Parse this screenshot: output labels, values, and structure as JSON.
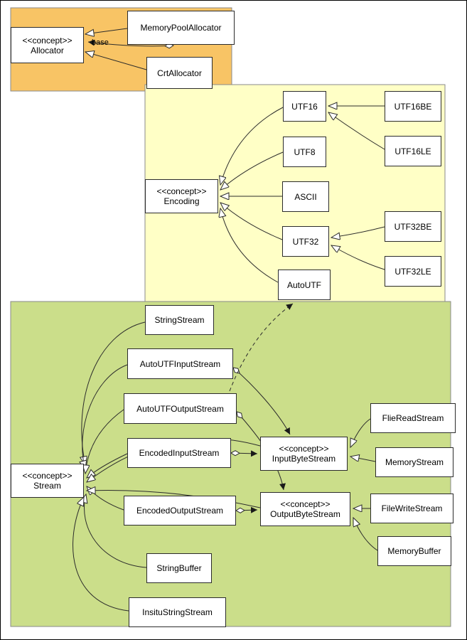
{
  "regions": {
    "allocator": {
      "color": "#F8C465"
    },
    "encoding": {
      "color": "#FFFFC6"
    },
    "stream": {
      "color": "#CBDE8A"
    }
  },
  "edge_labels": {
    "base": "base"
  },
  "nodes": {
    "allocator": {
      "stereotype": "<<concept>>",
      "label": "Allocator"
    },
    "memory_pool_allocator": {
      "label": "MemoryPoolAllocator"
    },
    "crt_allocator": {
      "label": "CrtAllocator"
    },
    "encoding": {
      "stereotype": "<<concept>>",
      "label": "Encoding"
    },
    "utf16": {
      "label": "UTF16"
    },
    "utf8": {
      "label": "UTF8"
    },
    "ascii": {
      "label": "ASCII"
    },
    "utf32": {
      "label": "UTF32"
    },
    "autoutf": {
      "label": "AutoUTF"
    },
    "utf16be": {
      "label": "UTF16BE"
    },
    "utf16le": {
      "label": "UTF16LE"
    },
    "utf32be": {
      "label": "UTF32BE"
    },
    "utf32le": {
      "label": "UTF32LE"
    },
    "stream": {
      "stereotype": "<<concept>>",
      "label": "Stream"
    },
    "string_stream": {
      "label": "StringStream"
    },
    "autoutf_input_stream": {
      "label": "AutoUTFInputStream"
    },
    "autoutf_output_stream": {
      "label": "AutoUTFOutputStream"
    },
    "encoded_input_stream": {
      "label": "EncodedInputStream"
    },
    "encoded_output_stream": {
      "label": "EncodedOutputStream"
    },
    "string_buffer": {
      "label": "StringBuffer"
    },
    "insitu_string_stream": {
      "label": "InsituStringStream"
    },
    "input_byte_stream": {
      "stereotype": "<<concept>>",
      "label": "InputByteStream"
    },
    "output_byte_stream": {
      "stereotype": "<<concept>>",
      "label": "OutputByteStream"
    },
    "file_read_stream": {
      "label": "FlieReadStream"
    },
    "memory_stream": {
      "label": "MemoryStream"
    },
    "file_write_stream": {
      "label": "FileWriteStream"
    },
    "memory_buffer": {
      "label": "MemoryBuffer"
    }
  }
}
